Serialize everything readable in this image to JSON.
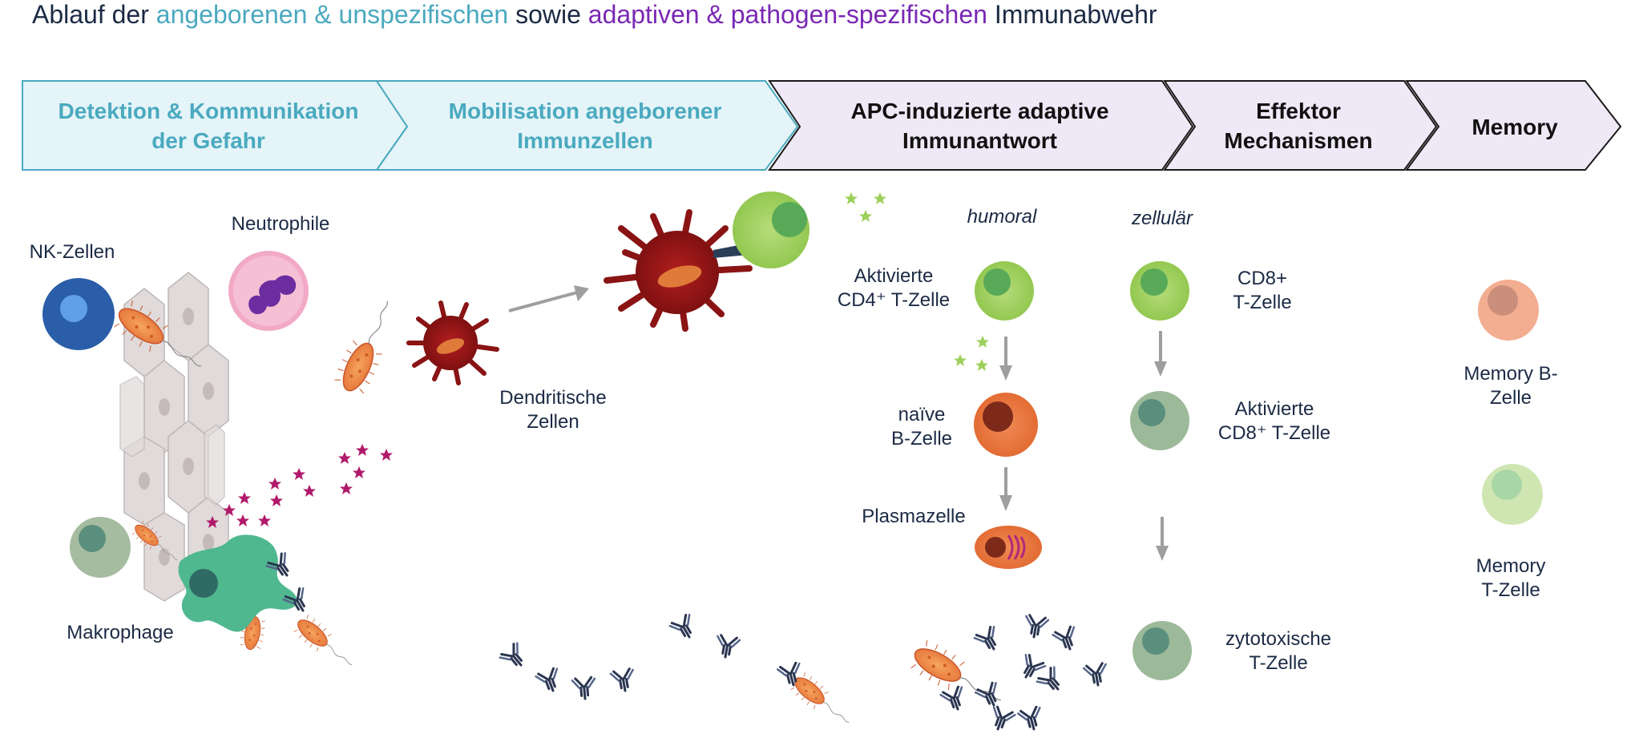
{
  "title": {
    "part1": "Ablauf der ",
    "part2": "angeborenen & unspezifischen",
    "part3": " sowie ",
    "part4": "adaptiven & pathogen-spezifischen",
    "part5": " Immunabwehr"
  },
  "colors": {
    "innate_text": "#4aa9bf",
    "adaptive_text": "#7a28b4",
    "innate_fill": "#e4f4f8",
    "adaptive_fill": "#efe8f7"
  },
  "steps": [
    {
      "line1": "Detektion & Kommunikation",
      "line2": "der Gefahr"
    },
    {
      "line1": "Mobilisation angeborener",
      "line2": "Immunzellen"
    },
    {
      "line1": "APC-induzierte adaptive",
      "line2": "Immunantwort"
    },
    {
      "line1": "Effektor",
      "line2": "Mechanismen"
    },
    {
      "line1": "Memory",
      "line2": ""
    }
  ],
  "labels": {
    "nk": "NK-Zellen",
    "neutrophile": "Neutrophile",
    "makrophage": "Makrophage",
    "dendritische_1": "Dendritische",
    "dendritische_2": "Zellen",
    "humoral": "humoral",
    "zellular": "zellulär",
    "cd4_1": "Aktivierte",
    "cd4_2": "CD4⁺ T-Zelle",
    "naive_1": "naïve",
    "naive_2": "B-Zelle",
    "plasmazelle": "Plasmazelle",
    "cd8_1": "CD8+",
    "cd8_2": "T-Zelle",
    "cd8a_1": "Aktivierte",
    "cd8a_2": "CD8⁺ T-Zelle",
    "zyto_1": "zytotoxische",
    "zyto_2": "T-Zelle",
    "memb_1": "Memory B-",
    "memb_2": "Zelle",
    "memt_1": "Memory",
    "memt_2": "T-Zelle"
  }
}
